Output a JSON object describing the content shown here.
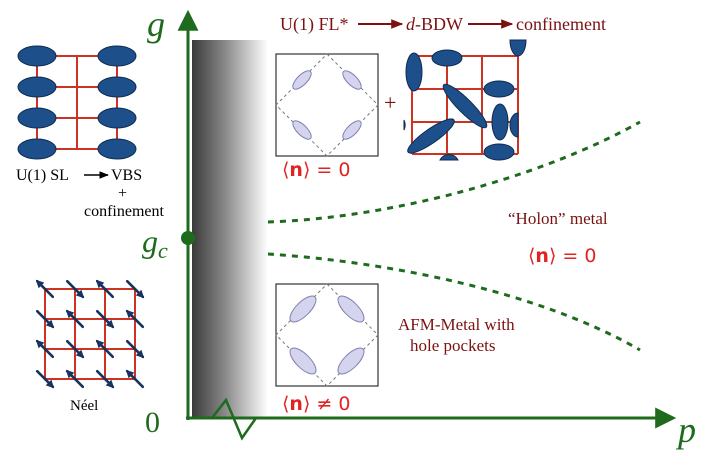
{
  "axes": {
    "y_label": "g",
    "x_label": "p",
    "origin_label": "0",
    "critical_label_main": "g",
    "critical_label_sub": "c"
  },
  "top_arrow_chain": {
    "item1": "U(1) FL*",
    "item2_italic": "d",
    "item2_rest": "-BDW",
    "item3": "confinement"
  },
  "left_transition": {
    "line1": "U(1) SL",
    "line1_target": "VBS",
    "plus": "+",
    "line2": "confinement"
  },
  "neel_label": "Néel",
  "plus_sign": "+",
  "holon_metal_label": "“Holon” metal",
  "order_parameters": {
    "upper_zero": {
      "bra": "⟨",
      "n": "n",
      "ket": "⟩",
      "rel": " = 0"
    },
    "mid_zero": {
      "bra": "⟨",
      "n": "n",
      "ket": "⟩",
      "rel": " = 0"
    },
    "lower_nonzero": {
      "bra": "⟨",
      "n": "n",
      "ket": "⟩",
      "rel": " ≠ 0"
    }
  },
  "afm_metal": {
    "line1": "AFM-Metal with",
    "line2": "hole pockets"
  },
  "colors": {
    "axis_green": "#1e6b1e",
    "dark_red_text": "#7a1212",
    "bright_red": "#e02424",
    "lattice_red": "#cc3322",
    "bond_blue": "#1d4f8a",
    "pocket_fill": "#d4d4ee",
    "pocket_stroke": "#8080b0"
  },
  "icons": {
    "arrow": "right-arrow-icon",
    "spin": "spin-arrow-icon"
  }
}
